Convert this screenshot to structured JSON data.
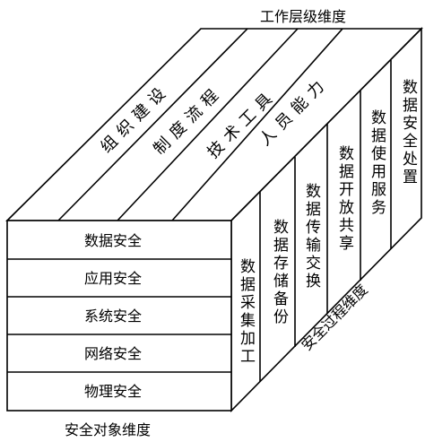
{
  "axes": {
    "management_dimension": "工作层级维度",
    "process_dimension": "安全过程维度",
    "object_dimension": "安全对象维度"
  },
  "management_layers": [
    "组织建设",
    "制度流程",
    "技术工具",
    "人员能力"
  ],
  "security_objects": [
    "数据安全",
    "应用安全",
    "系统安全",
    "网络安全",
    "物理安全"
  ],
  "process_stages": [
    "数据采集加工",
    "数据存储备份",
    "数据传输交换",
    "数据开放共享",
    "数据使用服务",
    "数据安全处置"
  ],
  "colors": {
    "line": "#000000",
    "background": "#ffffff"
  }
}
